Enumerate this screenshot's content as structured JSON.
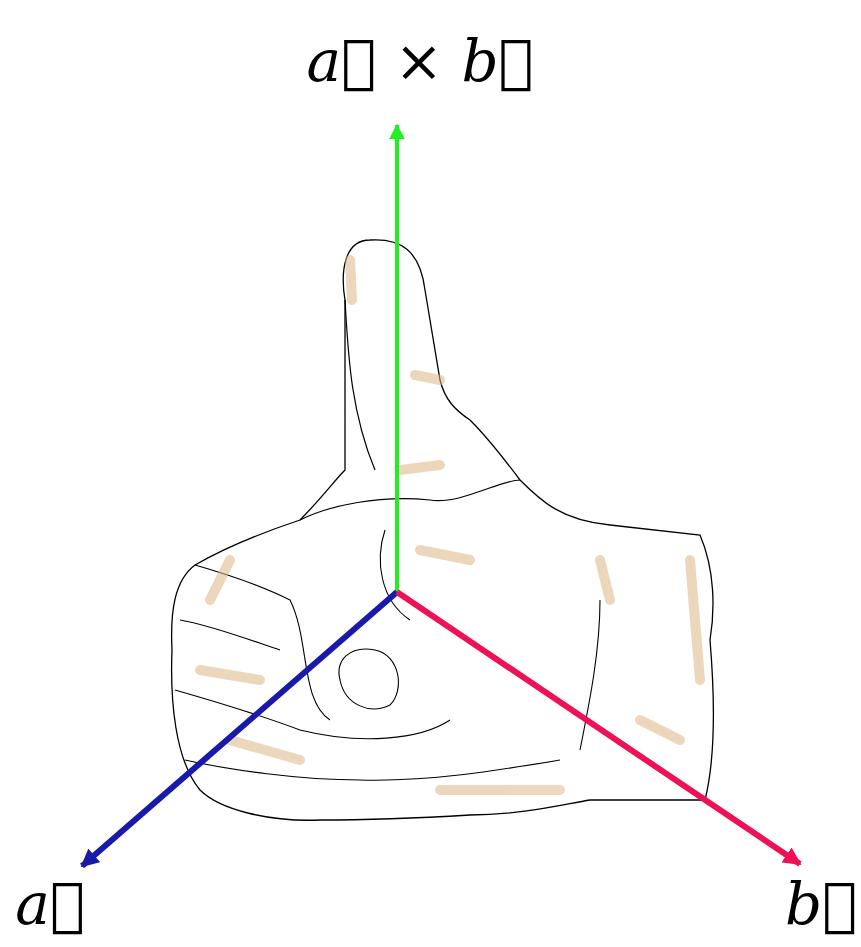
{
  "diagram": {
    "labels": [
      "a⃗ × b⃗",
      "a⃗",
      "b⃗"
    ]
  }
}
